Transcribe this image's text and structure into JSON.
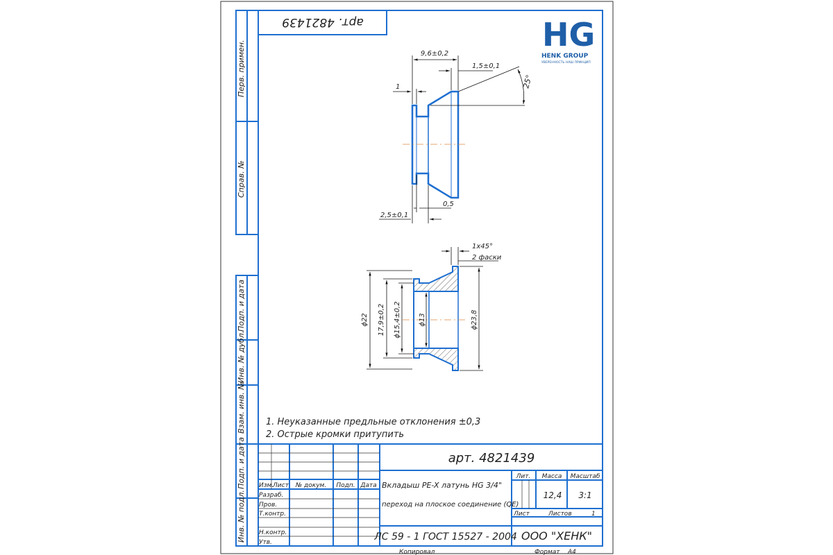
{
  "top_article": "арт. 4821439",
  "logo": {
    "letters": "HG",
    "name": "HENK GROUP",
    "tagline": "УВЕРЕННОСТЬ НАШ ПРИНЦИП"
  },
  "side_labels": {
    "perv_primen": "Перв. примен.",
    "sprav_no": "Справ. №",
    "podp_data_1": "Подп. и дата",
    "inv_dubl": "Инв. № дубл.",
    "vzam_inv": "Взам. инв. №",
    "podp_data_2": "Подп. и дата",
    "inv_podl": "Инв. № подл."
  },
  "dimensions": {
    "d_9_6": "9,6±0,2",
    "d_1_5": "1,5±0,1",
    "d_angle": "25°",
    "d_1": "1",
    "d_2_5": "2,5±0,1",
    "d_0_5": "0,5",
    "chamfer": "1х45°",
    "chamfer_note": "2 фаски",
    "phi22": "ϕ22",
    "d_17_9": "17,9±0,2",
    "phi15_4": "ϕ15,4±0,2",
    "phi13": "ϕ13",
    "phi23_8": "ϕ23,8"
  },
  "notes": [
    "1. Неуказанные предльные отклонения ±0,3",
    "2. Острые кромки притупить"
  ],
  "title_block": {
    "article": "арт. 4821439",
    "col_izm": "Изм.",
    "col_list": "Лист",
    "col_docum": "№ докум.",
    "col_podp": "Подп.",
    "col_data": "Дата",
    "row_razrab": "Разраб.",
    "row_prov": "Пров.",
    "row_tkontr": "Т.контр.",
    "row_nkontr": "Н.контр.",
    "row_utv": "Утв.",
    "name_line1": "Вкладыш PE-X латунь HG 3/4\"",
    "name_line2": "переход на плоское соединение (QE)",
    "lit": "Лит.",
    "massa": "Масса",
    "masshtab": "Масштаб",
    "massa_val": "12,4",
    "masshtab_val": "3:1",
    "list": "Лист",
    "listov": "Листов",
    "listov_val": "1",
    "material": "ЛС 59 - 1 ГОСТ 15527 - 2004",
    "company": "ООО \"ХЕНК\"",
    "kopiroval": "Копировал",
    "format": "Формат",
    "format_val": "А4"
  }
}
